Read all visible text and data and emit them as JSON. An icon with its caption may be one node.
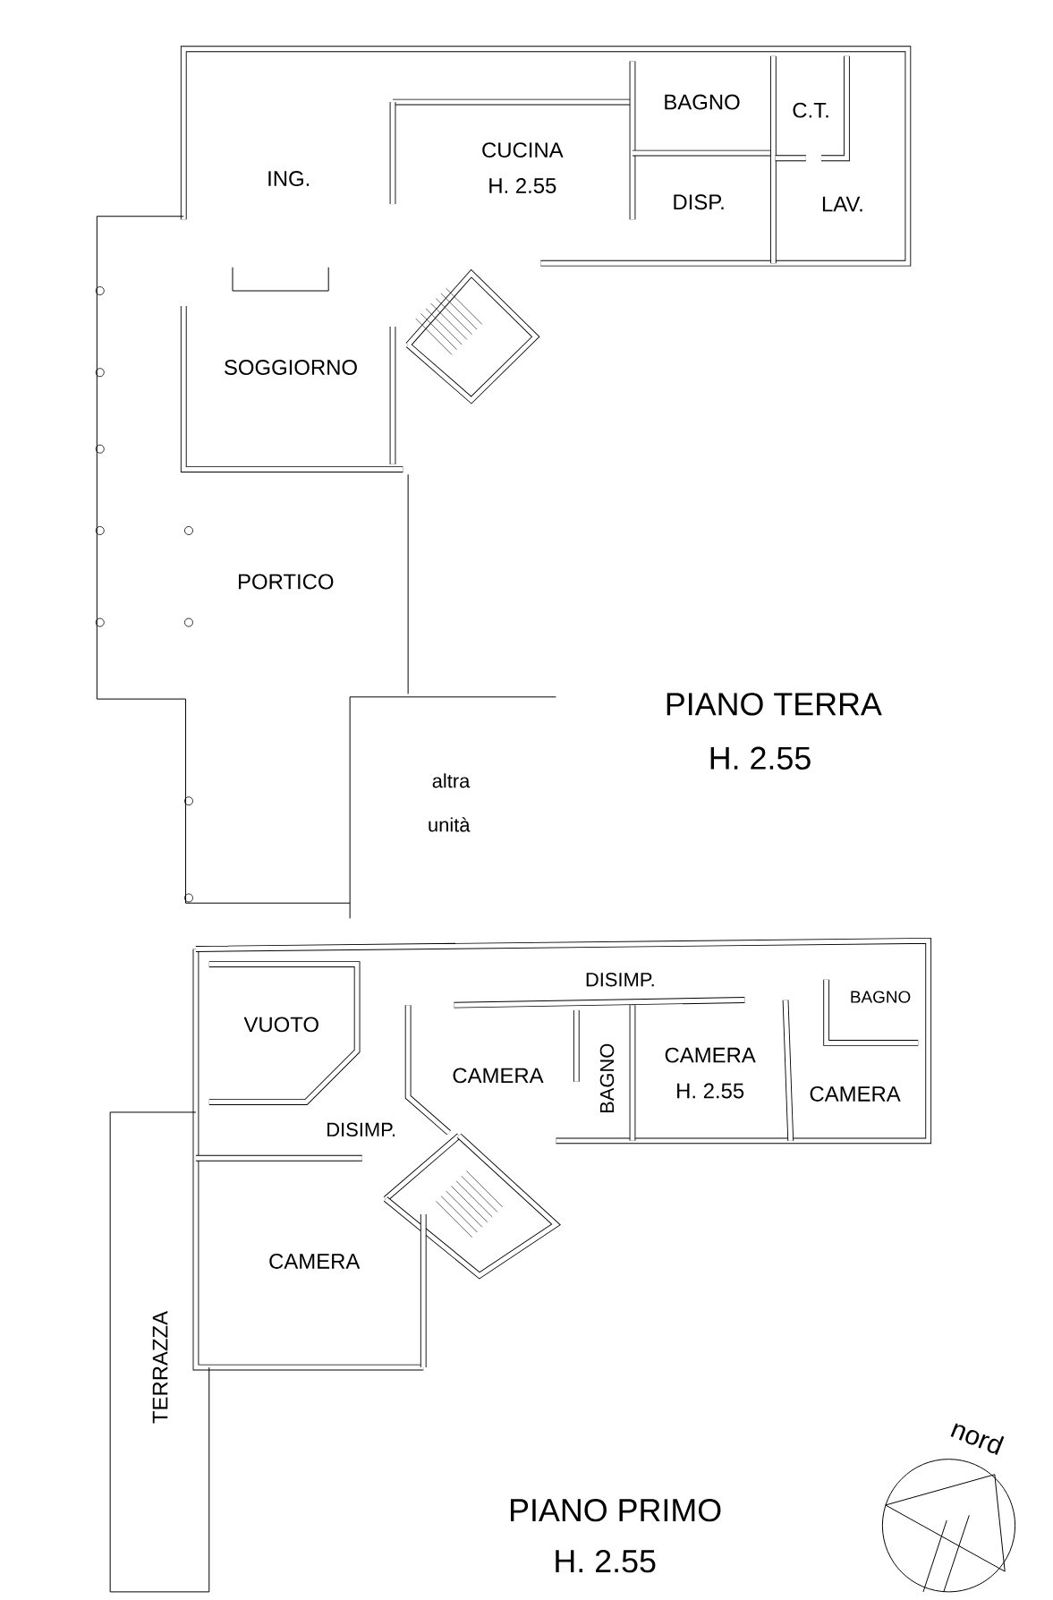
{
  "diagram": {
    "labels": [
      "BAGNO",
      "C.T.",
      "ING.",
      "CUCINA",
      "H. 2.55",
      "DISP.",
      "LAV.",
      "SOGGIORNO",
      "PORTICO",
      "PIANO TERRA",
      "H. 2.55",
      "altra",
      "unità",
      "DISIMP.",
      "BAGNO",
      "VUOTO",
      "CAMERA",
      "BAGNO",
      "CAMERA",
      "H. 2.55",
      "CAMERA",
      "DISIMP.",
      "CAMERA",
      "TERRAZZA",
      "nord",
      "PIANO PRIMO",
      "H. 2.55"
    ]
  }
}
